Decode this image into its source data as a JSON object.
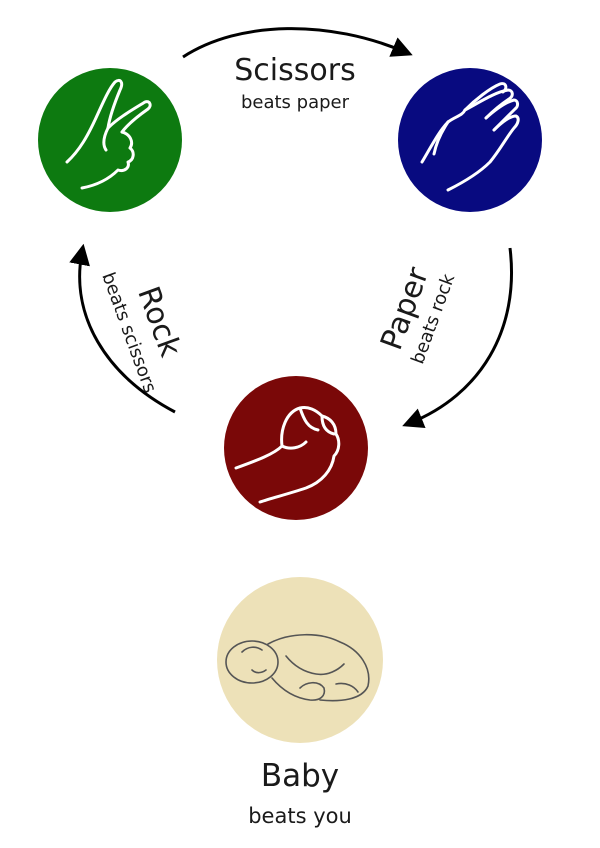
{
  "nodes": {
    "scissors": {
      "title": "Scissors",
      "subtitle": "beats paper",
      "color": "#0d7a10",
      "icon": "scissors-hand-icon"
    },
    "paper": {
      "title": "Paper",
      "subtitle": "beats rock",
      "color": "#080a80",
      "icon": "paper-hand-icon"
    },
    "rock": {
      "title": "Rock",
      "subtitle": "beats scissors",
      "color": "#7a0808",
      "icon": "rock-fist-icon"
    },
    "baby": {
      "title": "Baby",
      "subtitle": "beats you",
      "color": "#ede1b8",
      "icon": "sleeping-baby-icon"
    }
  },
  "edges": [
    {
      "from": "scissors",
      "to": "paper",
      "label": "scissors"
    },
    {
      "from": "paper",
      "to": "rock",
      "label": "paper"
    },
    {
      "from": "rock",
      "to": "scissors",
      "label": "rock"
    }
  ]
}
